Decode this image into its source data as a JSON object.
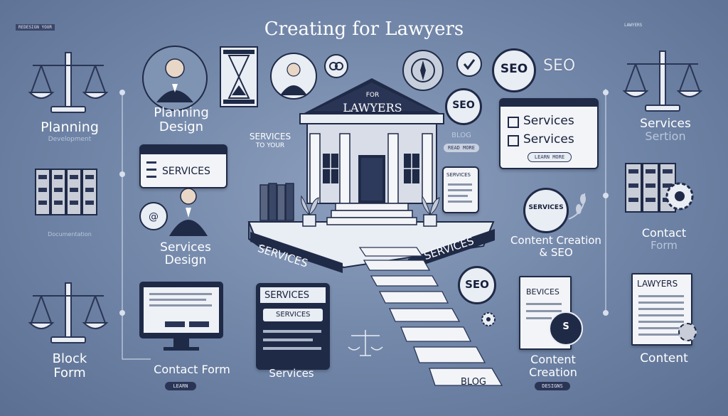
{
  "title": "Creating for Lawyers",
  "header_left_tag": "REDESIGN YOUR",
  "header_right_tag": "LAWYERS",
  "temple_sign_small": "FOR",
  "temple_sign_large": "LAWYERS",
  "services_ribbon_left": "SERVICES",
  "services_ribbon_right": "SERVICES",
  "blog_step": "BLOG",
  "left_column": {
    "planning": "Planning",
    "planning_sub": "Development",
    "storage_sub": "Documentation",
    "block_form_1": "Block",
    "block_form_2": "Form"
  },
  "second_column": {
    "planning_design_1": "Planning",
    "planning_design_2": "Design",
    "services_card": "SERVICES",
    "services_design_1": "Services",
    "services_design_2": "Design",
    "contact_form": "Contact Form",
    "contact_pill": "LEARN"
  },
  "center_left": {
    "services_to_1": "SERVICES",
    "services_to_2": "TO YOUR",
    "services_panel_title": "SERVICES",
    "services_panel_btn": "SERVICES",
    "services_label": "Services"
  },
  "center_right": {
    "seo_1": "SEO",
    "seo_2": "SEO",
    "seo_3": "SEO",
    "seo_4": "SEO",
    "blog_1": "BLOG",
    "blog_1_sub": "READ MORE",
    "services_doc": "SERVICES",
    "services_badge": "SERVICES"
  },
  "right_mid": {
    "services_list_1": "Services",
    "services_list_2": "Services",
    "services_list_btn": "LEARN MORE",
    "content_creation_seo_1": "Content Creation",
    "content_creation_seo_2": "& SEO",
    "bevices_doc": "BEVICES",
    "content_creation_1": "Content",
    "content_creation_2": "Creation",
    "creation_pill": "DESIGNS"
  },
  "right_column": {
    "services_section_1": "Services",
    "services_section_2": "Sertion",
    "contact_form_1": "Contact",
    "contact_form_2": "Form",
    "lawyers_doc": "LAWYERS",
    "content": "Content"
  },
  "colors": {
    "background": "#6f84a6",
    "navy": "#1f2a47",
    "paper": "#f2f4f8"
  }
}
